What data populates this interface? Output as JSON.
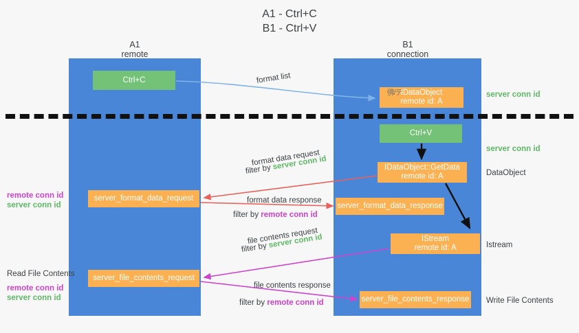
{
  "title": {
    "line1": "A1 - Ctrl+C",
    "line2": "B1 - Ctrl+V"
  },
  "columns": {
    "left": {
      "name": "A1",
      "role": "remote"
    },
    "right": {
      "name": "B1",
      "role": "connection"
    }
  },
  "colors": {
    "lane": "#4a86d8",
    "green_node": "#74c278",
    "orange_node": "#fbb152",
    "server_conn_id": "#5fb865",
    "remote_conn_id": "#cc44cc",
    "arrow_blue": "#7fb3e8",
    "arrow_red": "#e8615a",
    "arrow_magenta": "#cc44cc",
    "arrow_black": "#111111",
    "divider": "#111111",
    "background": "#f7f7f7"
  },
  "nodes": {
    "ctrl_c": {
      "line1": "Ctrl+C",
      "line2": ""
    },
    "idataobject": {
      "line1": "IDataObject",
      "line2": "remote id: A",
      "overlap_glyph": "佛/テ"
    },
    "ctrl_v": {
      "line1": "Ctrl+V",
      "line2": ""
    },
    "getdata": {
      "line1": "IDataObject::GetData",
      "line2": "remote id: A"
    },
    "format_data_request": {
      "line1": "server_format_data_request",
      "line2": ""
    },
    "format_data_response": {
      "line1": "server_format_data_response",
      "line2": ""
    },
    "istream": {
      "line1": "IStream",
      "line2": "remote id: A"
    },
    "file_contents_request": {
      "line1": "server_file_contents_request",
      "line2": ""
    },
    "file_contents_response": {
      "line1": "server_file_contents_response",
      "line2": ""
    }
  },
  "edge_labels": {
    "format_list": "format list",
    "format_data_request": "format data request",
    "format_data_request_filter_prefix": "filter by ",
    "format_data_request_filter_value": "server conn id",
    "format_data_response": "format data response",
    "format_data_response_filter_prefix": "filter by ",
    "format_data_response_filter_value": "remote conn id",
    "file_contents_request": "file contents request",
    "file_contents_request_filter_prefix": "filter by ",
    "file_contents_request_filter_value": "server conn id",
    "file_contents_response": "file contents response",
    "file_contents_response_filter_prefix": "filter by ",
    "file_contents_response_filter_value": "remote conn id"
  },
  "right_annotations": {
    "server_conn_id_top": "server conn id",
    "server_conn_id_mid": "server conn id",
    "dataobject": "DataObject",
    "istream": "Istream",
    "write_file_contents": "Write File Contents"
  },
  "left_annotations": {
    "remote_conn_id_1": "remote conn id",
    "server_conn_id_1": "server conn id",
    "read_file_contents": "Read File Contents",
    "remote_conn_id_2": "remote conn id",
    "server_conn_id_2": "server conn id"
  }
}
